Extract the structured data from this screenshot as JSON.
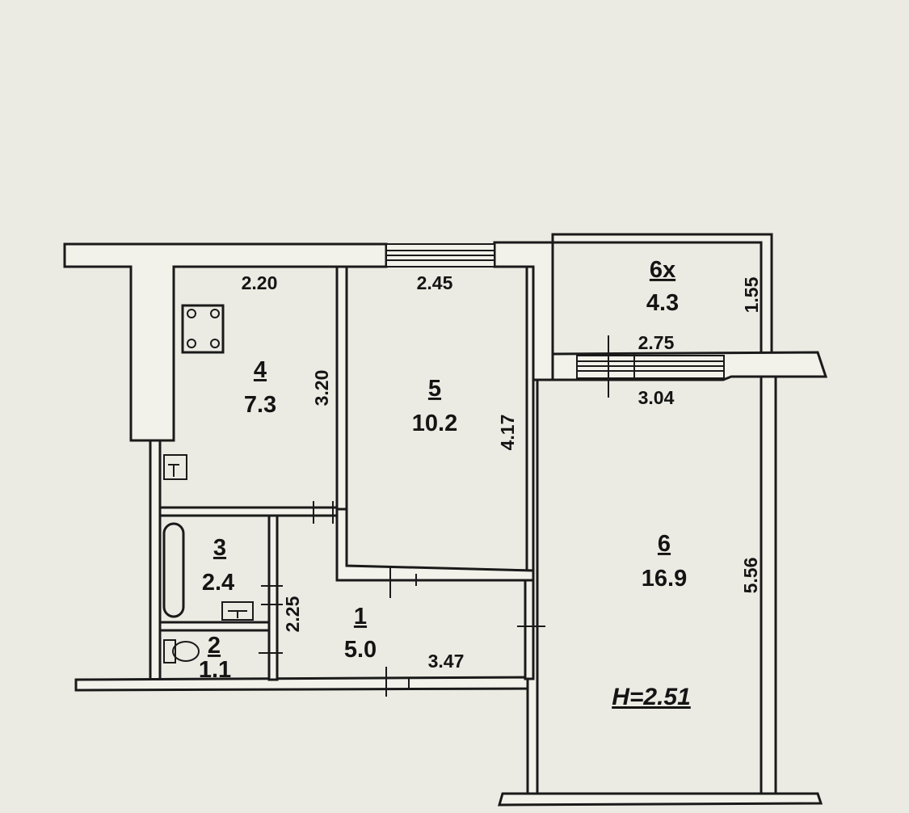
{
  "rooms": [
    {
      "number": "1",
      "area": "5.0"
    },
    {
      "number": "2",
      "area": "1.1"
    },
    {
      "number": "3",
      "area": "2.4"
    },
    {
      "number": "4",
      "area": "7.3"
    },
    {
      "number": "5",
      "area": "10.2"
    },
    {
      "number": "6",
      "area": "16.9"
    },
    {
      "number": "6х",
      "area": "4.3"
    }
  ],
  "dimensions": {
    "kitchen_width": "2.20",
    "kitchen_length": "3.20",
    "room5_width": "2.45",
    "room5_length": "4.17",
    "balcony_width": "2.75",
    "balcony_depth": "1.55",
    "room6_width": "3.04",
    "room6_length": "5.56",
    "hall_width": "3.47",
    "hall_length": "2.25"
  },
  "ceiling_height": "H=2.51"
}
